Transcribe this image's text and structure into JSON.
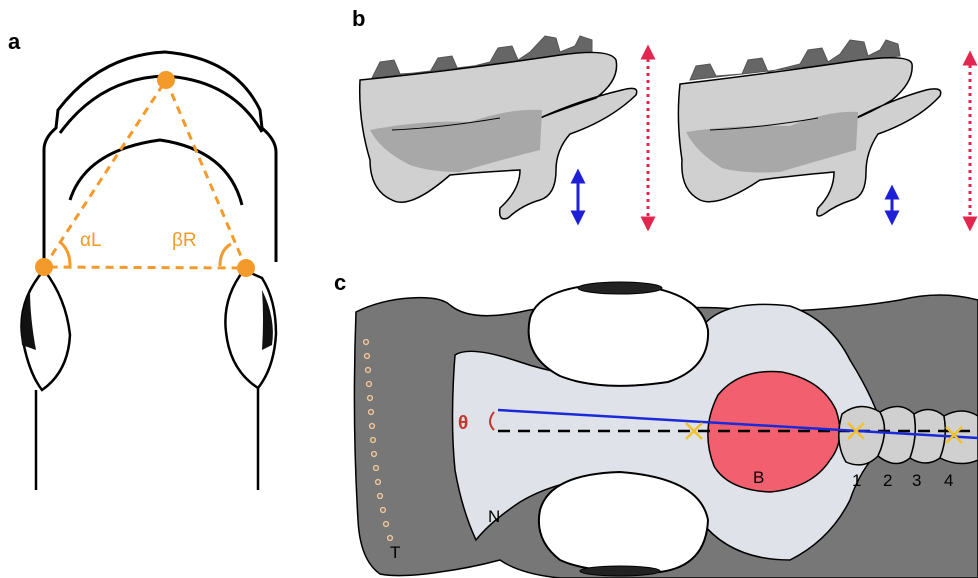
{
  "panels": {
    "a": {
      "letter": "a",
      "alpha_label": "αL",
      "beta_label": "βR"
    },
    "b": {
      "letter": "b"
    },
    "c": {
      "letter": "c",
      "theta_label": "θ",
      "tooth_numbers": [
        "1",
        "2",
        "3",
        "4"
      ],
      "label_B": "B",
      "label_N": "N",
      "label_T": "T"
    }
  },
  "colors": {
    "orange": "#f39a2b",
    "blue_arrow": "#1f1fd8",
    "red_dotted": "#e3264f",
    "pink_region": "#f2606f",
    "light_grey": "#dfe2e8",
    "dark_grey": "#777777",
    "bone_grey": "#d0d0d0",
    "bone_dark": "#a8a8a8",
    "cross_yellow": "#f2c12e",
    "axis_blue": "#1a2ad8"
  }
}
